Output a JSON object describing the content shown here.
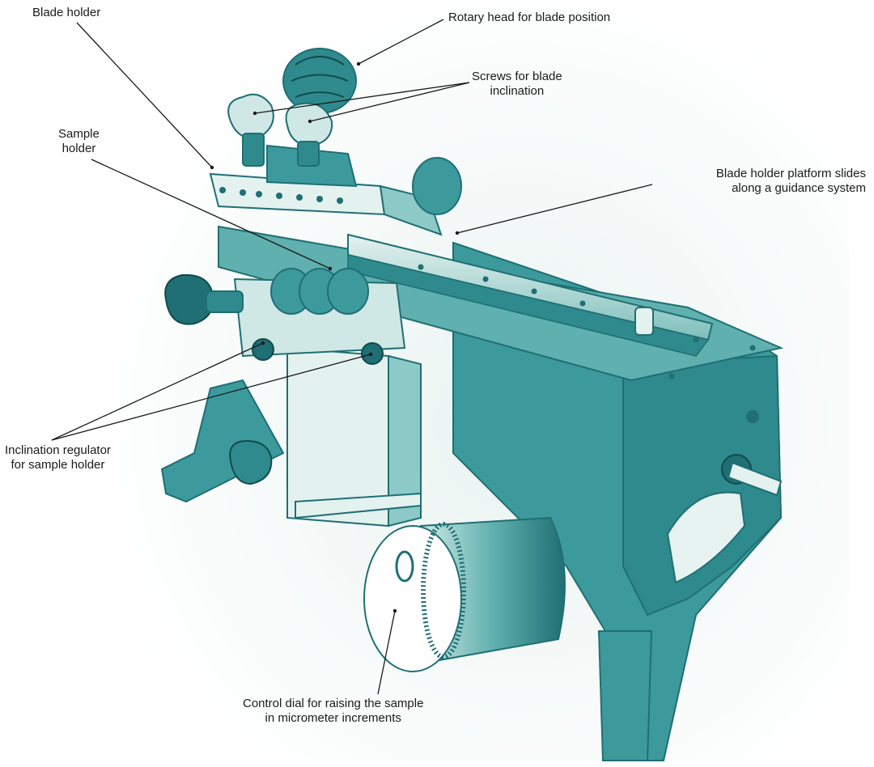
{
  "colors": {
    "ink": "#1a1a1a",
    "teal_dark": "#1f6f74",
    "teal_mid": "#3d9a9c",
    "teal_light": "#8cc9c7",
    "teal_pale": "#cfe8e5",
    "paper": "#ffffff"
  },
  "labels": {
    "blade_holder": {
      "lines": [
        "Blade holder"
      ]
    },
    "rotary_head": {
      "lines": [
        "Rotary head for blade position"
      ]
    },
    "screws": {
      "lines": [
        "Screws for blade",
        "inclination"
      ]
    },
    "sample_holder": {
      "lines": [
        "Sample",
        "holder"
      ]
    },
    "platform": {
      "lines": [
        "Blade holder platform slides",
        "along a guidance system"
      ]
    },
    "inclination": {
      "lines": [
        "Inclination regulator",
        "for sample holder"
      ]
    },
    "control_dial": {
      "lines": [
        "Control dial for raising the sample",
        "in micrometer increments"
      ]
    }
  },
  "icons": {
    "illustration": "microtome-illustration"
  }
}
